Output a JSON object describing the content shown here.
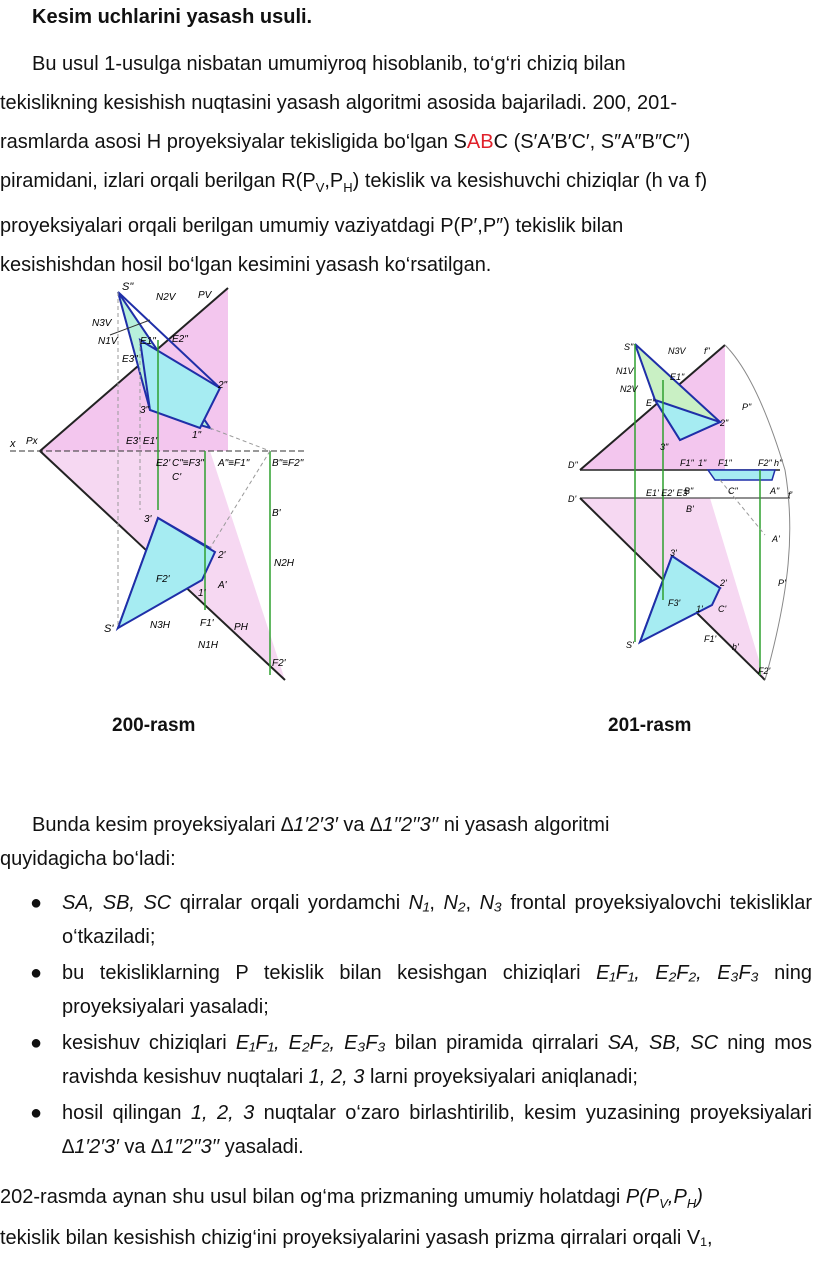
{
  "heading": "Kesim uchlarini yasash usuli.",
  "intro": {
    "line1": "Bu usul 1-usulga nisbatan umumiyroq hisoblanib, to‘g‘ri chiziq bilan",
    "line2": "tekislikning kesishish nuqtasini yasash algoritmi asosida bajariladi. 200, 201-",
    "line3_a": "rasmlarda asosi H proyeksiyalar tekisligida bo‘lgan S",
    "line3_red": "AB",
    "line3_b": "C (S′A′B′C′, S″A″B″C″)",
    "line4": "piramidani, izlari orqali berilgan R(P",
    "line4_sub1": "V",
    "line4_mid": ",P",
    "line4_sub2": "H",
    "line4_end": ") tekislik va kesishuvchi chiziqlar (h va f)",
    "line5": "proyeksiyalari  orqali berilgan umumiy vaziyatdagi P(P′,P″) tekislik bilan",
    "line6": "kesishishdan hosil bo‘lgan kesimini yasash ko‘rsatilgan."
  },
  "figures": [
    {
      "caption": "200-rasm",
      "labels": {
        "s2": "S\"",
        "n2v": "N2V",
        "pv": "PV",
        "n3v": "N3V",
        "n1v": "N1V",
        "e1": "E1\"",
        "e2": "E2\"",
        "e3": "E3\"",
        "p2": "2\"",
        "p3": "3\"",
        "p1": "1\"",
        "x": "x",
        "px": "Px",
        "e3e1": "E3' E1'",
        "e2x": "E2'",
        "c2": "C\"≡F3\"",
        "a2": "A\"≡F1\"",
        "b2": "B\"≡F2\"",
        "c1": "C'",
        "b1": "B'",
        "p3b": "3'",
        "p2b": "2'",
        "n2h": "N2H",
        "f2": "F2'",
        "a1": "A'",
        "p1b": "1'",
        "s1": "S'",
        "n3h": "N3H",
        "f1": "F1'",
        "ph": "PH",
        "n1h": "N1H",
        "f2b": "F2'"
      }
    },
    {
      "caption": "201-rasm",
      "labels": {
        "s2": "S\"",
        "n3v": "N3V",
        "f2": "f\"",
        "n1v": "N1V",
        "n2v": "N2V",
        "e1": "E1\"",
        "e2": "E\"",
        "p2": "P\"",
        "p2pt": "2\"",
        "p3": "3\"",
        "d2": "D\"",
        "f1": "F1\"",
        "fa": "1\"",
        "fb": "F1\"",
        "fc": "F2\"",
        "h2": "h\"",
        "d1": "D'",
        "b2": "B\"",
        "c2": "C\"",
        "a2": "A\"",
        "f1p": "f'",
        "e1p": "E1' E2' E3'",
        "b1": "B'",
        "a1": "A'",
        "p3b": "3'",
        "p2b": "2'",
        "pp": "P'",
        "f3": "F3'",
        "p1b": "1'",
        "c1": "C'",
        "s1": "S'",
        "f1b": "F1'",
        "h1": "h'",
        "f2b": "F2'"
      }
    }
  ],
  "para2": {
    "a": "Bunda kesim proyeksiyalari ",
    "tri1": "∆1′2′3′",
    "b": " va ",
    "tri2": "∆1′′2′′3′′",
    "c": " ni yasash algoritmi",
    "line2": "quyidagicha bo‘ladi:"
  },
  "steps": [
    {
      "t1": "SA, SB, SC",
      "t2": " qirralar orqali yordamchi ",
      "t3": "N₁",
      "t4": ", ",
      "t5": "N₂",
      "t6": ", ",
      "t7": "N₃",
      "t8": " frontal proyeksiyalovchi tekisliklar o‘tkaziladi;"
    },
    {
      "t1": "bu tekisliklarning P tekislik bilan kesishgan chiziqlari ",
      "t2": "E₁F₁, E₂F₂, E₃F₃",
      "t3": " ning proyeksiyalari yasaladi;"
    },
    {
      "t1": "kesishuv chiziqlari ",
      "t2": "E₁F₁, E₂F₂, E₃F₃",
      "t3": " bilan piramida qirralari ",
      "t4": "SA, SB, SC",
      "t5": " ning mos ravishda kesishuv nuqtalari ",
      "t6": "1, 2, 3",
      "t7": " larni proyeksiyalari aniqlanadi;"
    },
    {
      "t1": "hosil qilingan ",
      "t2": "1, 2, 3",
      "t3": " nuqtalar o‘zaro birlashtirilib, kesim yuzasining proyeksiyalari ",
      "t4": "∆1′2′3′",
      "t5": " va ",
      "t6": "∆1′′2′′3′′",
      "t7": " yasaladi."
    }
  ],
  "para3": {
    "line1_a": "202-rasmda aynan shu usul bilan og‘ma prizmaning umumiy holatdagi ",
    "line1_i": "P(P",
    "line1_s1": "V",
    "line1_m": ",P",
    "line1_s2": "H",
    "line1_e": ")",
    "line2": "tekislik bilan kesishish chizig‘ini proyeksiyalarini yasash prizma qirralari orqali V₁,"
  },
  "colors": {
    "accent_red": "#e0202a",
    "pink": "#f3c6ee",
    "cyan": "#a6ecf2",
    "green": "#c9f0c4",
    "blue": "#1f2fa8"
  }
}
